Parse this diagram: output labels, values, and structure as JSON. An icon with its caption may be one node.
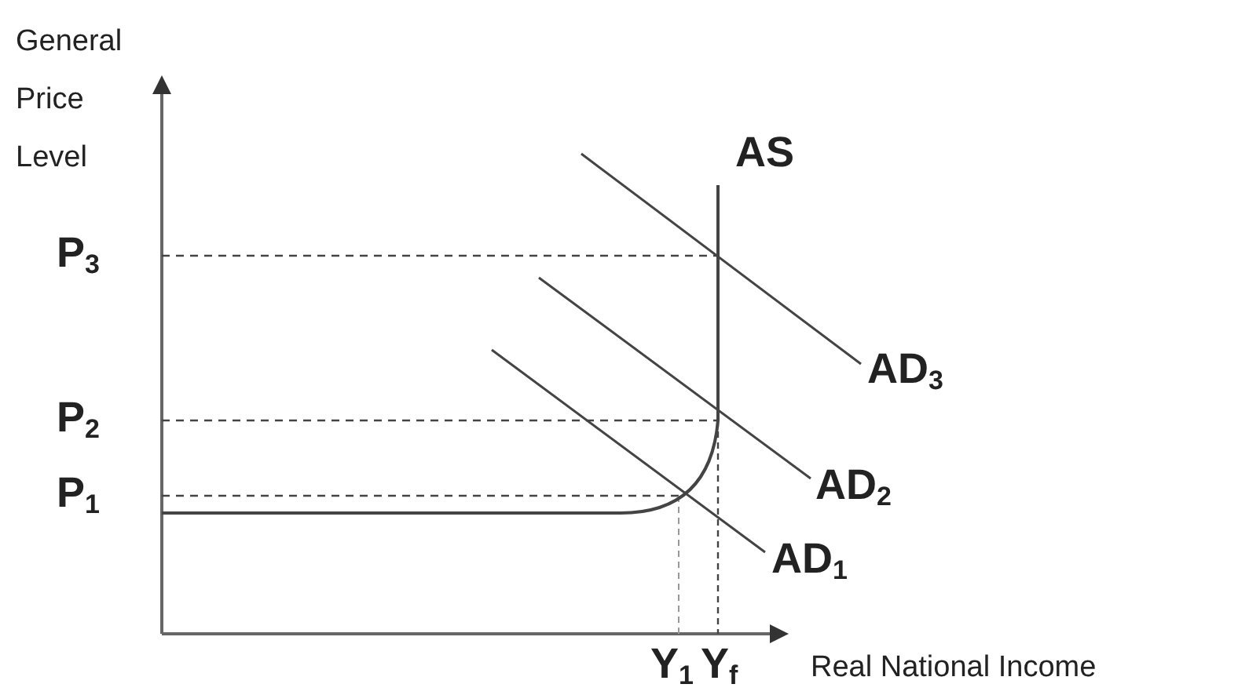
{
  "diagram": {
    "labels": [
      "General Price Level",
      "AS",
      "P$_{3}$",
      "AD$_{3}$",
      "P$_{2}$",
      "AD$_{2}$",
      "P$_{1}$",
      "AD$_{1}$",
      "Y$_{1}$",
      "Y$_{f}$",
      "Real National Income"
    ]
  }
}
